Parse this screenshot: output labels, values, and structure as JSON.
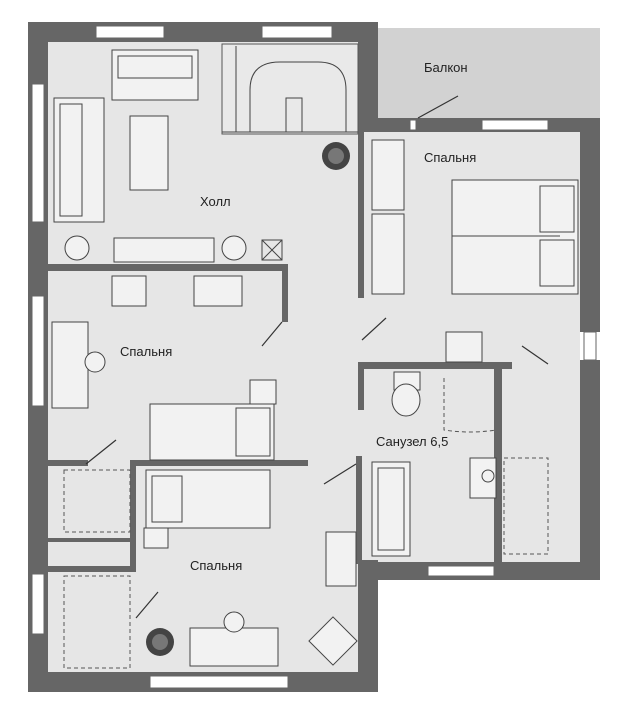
{
  "rooms": {
    "balcony": "Балкон",
    "bedroom_top_right": "Спальня",
    "hall": "Холл",
    "bedroom_left": "Спальня",
    "bathroom": "Санузел 6,5",
    "bedroom_bottom": "Спальня"
  },
  "colors": {
    "wall": "#666666",
    "floor": "#e6e6e6",
    "furniture": "#f2f2f2"
  }
}
